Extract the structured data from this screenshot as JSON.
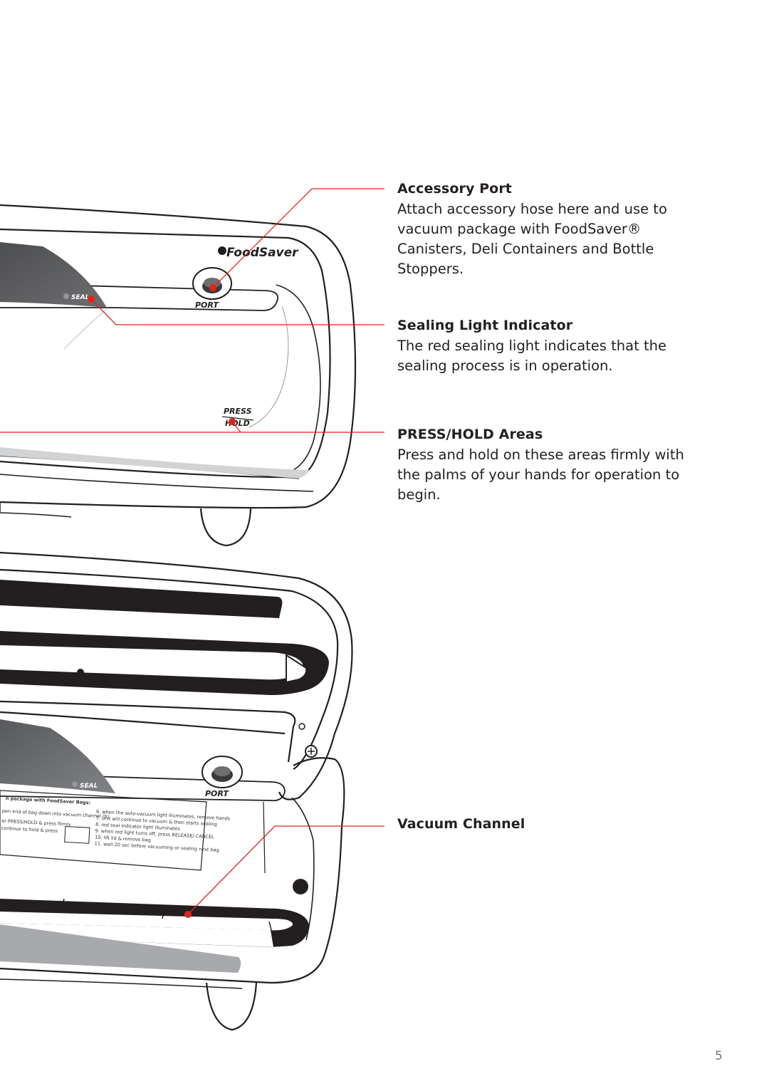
{
  "callouts": [
    {
      "title": "Accessory Port",
      "body": "Attach accessory hose here and use to vacuum package with FoodSaver® Canisters, Deli Containers and Bottle Stoppers."
    },
    {
      "title": "Sealing Light Indicator",
      "body": "The red sealing light indicates that the sealing process is in operation."
    },
    {
      "title": "PRESS/HOLD Areas",
      "body": "Press and hold on these areas firmly with the palms of your hands for operation to begin."
    },
    {
      "title": "Vacuum Channel",
      "body": ""
    }
  ],
  "device_labels": {
    "brand": "FoodSaver",
    "seal": "SEAL",
    "port": "PORT",
    "press": "PRESS",
    "hold": "HOLD"
  },
  "sticker": {
    "heading": "n package with FoodSaver Bags:",
    "left_lines": [
      "pen end of bag down into vacuum channel (b)",
      "er PRESS/HOLD & press firmly",
      "continue to hold & press"
    ],
    "right_lines": [
      "6. when the auto-vacuum light illuminates, remove hands",
      "7. unit will continue to vacuum & then starts sealing",
      "8. red seal indicator light illuminates",
      "9. when red light turns off, press RELEASE/ CANCEL",
      "10. lift lid & remove bag",
      "11. wait 20 sec before vacuuming or sealing next bag"
    ]
  },
  "page_number": "5",
  "colors": {
    "callout_line": "#e2231a",
    "callout_dot": "#e2231a",
    "panel_dark": "#58595b",
    "outline": "#231f20"
  }
}
